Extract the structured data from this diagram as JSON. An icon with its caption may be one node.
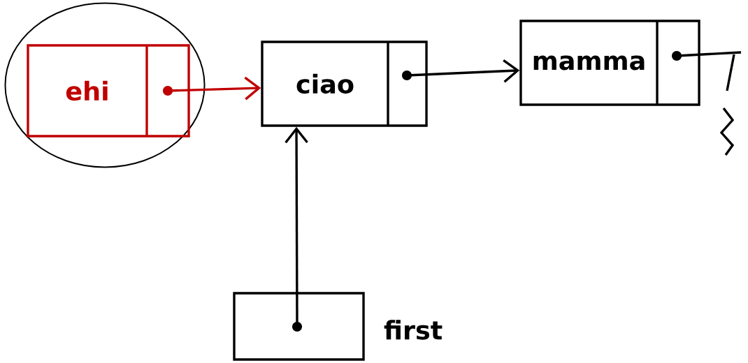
{
  "diagram": {
    "nodes": [
      {
        "text": [],
        "shape": "circle"
      },
      {
        "text": [
          "ehi"
        ],
        "in": 0
      },
      {
        "text": [
          "ciao"
        ]
      },
      {
        "text": [
          "mamma"
        ]
      },
      {
        "text": [],
        "shape": "box",
        "beside": [
          "first"
        ]
      }
    ],
    "edges": [
      {
        "from": 1,
        "to": 2,
        "arrow": "to",
        "color": "#c00000"
      },
      {
        "from": 2,
        "to": 3,
        "arrow": "to"
      },
      {
        "from": 4,
        "to": 2,
        "arrow": "to"
      }
    ]
  }
}
